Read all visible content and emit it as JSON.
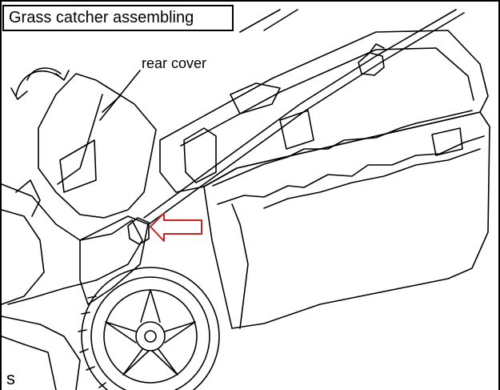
{
  "figure": {
    "title": "Grass catcher assembling",
    "callout_label": "rear cover",
    "edge_fragment": "s"
  }
}
